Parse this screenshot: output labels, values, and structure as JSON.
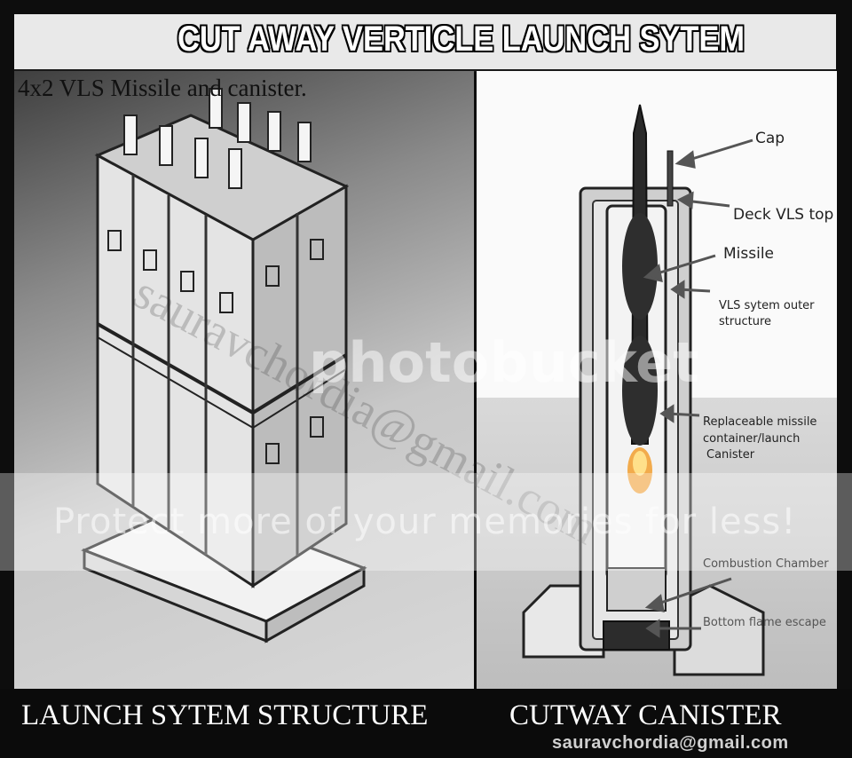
{
  "header": {
    "title": "CUT AWAY VERTICLE LAUNCH SYTEM"
  },
  "left_panel": {
    "subtitle": "4x2 VLS Missile and canister."
  },
  "right_panel": {
    "labels": {
      "cap": "Cap",
      "deck_vls_top": "Deck VLS top",
      "missile": "Missile",
      "vls_outer_line1": "VLS sytem outer",
      "vls_outer_line2": "structure",
      "replaceable_line1": "Replaceable missile",
      "replaceable_line2": "container/launch",
      "replaceable_line3": "Canister",
      "combustion_chamber": "Combustion Chamber",
      "bottom_flame_escape": "Bottom flame escape"
    }
  },
  "footer": {
    "left_caption": "LAUNCH SYTEM STRUCTURE",
    "right_caption": "CUTWAY CANISTER",
    "email": "sauravchordia@gmail.com"
  },
  "watermark": {
    "logo": "photobucket",
    "band_text": "Protect more of your memories for less!",
    "diagonal_email": "sauravchordia@gmail.com"
  }
}
